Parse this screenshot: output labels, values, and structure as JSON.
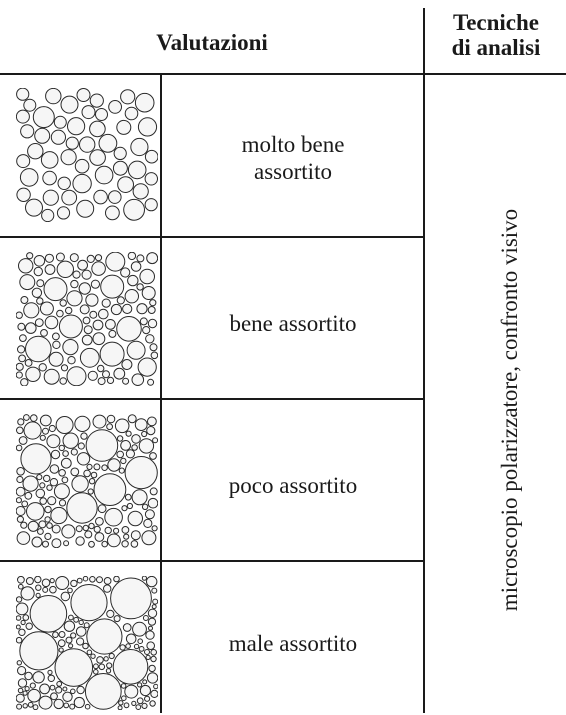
{
  "header": {
    "valutazioni": "Valutazioni",
    "tecniche_line1": "Tecniche",
    "tecniche_line2": "di analisi"
  },
  "rows": [
    {
      "label_line1": "molto bene",
      "label_line2": "assortito",
      "sorting_icon": "very-well-sorted-grains"
    },
    {
      "label": "bene assortito",
      "sorting_icon": "well-sorted-grains"
    },
    {
      "label": "poco assortito",
      "sorting_icon": "poorly-sorted-grains"
    },
    {
      "label": "male assortito",
      "sorting_icon": "very-poorly-sorted-grains"
    }
  ],
  "technique": "microscopio polarizzatore, confronto visivo"
}
